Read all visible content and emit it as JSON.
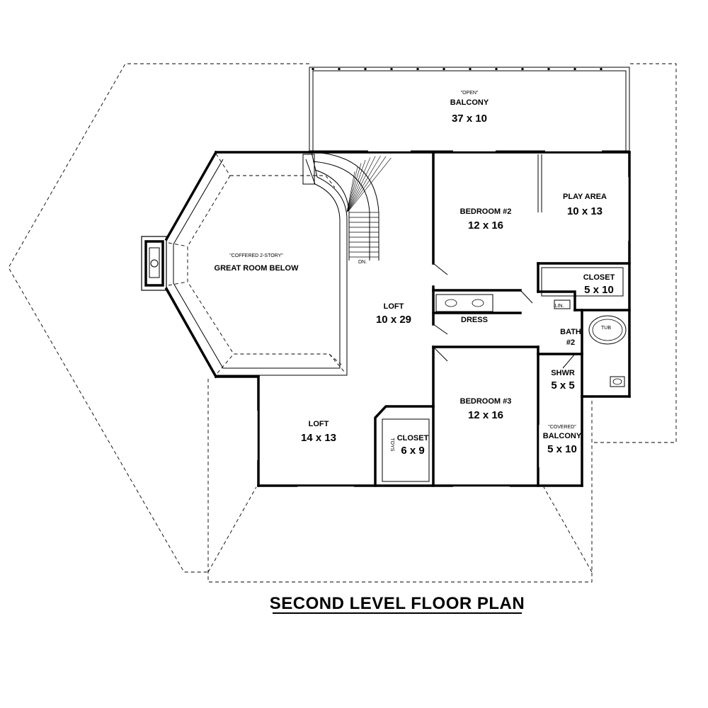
{
  "title": "SECOND LEVEL FLOOR PLAN",
  "rooms": {
    "open_balcony": {
      "note": "\"OPEN\"",
      "name": "BALCONY",
      "dim": "37 x 10"
    },
    "great_room": {
      "note": "\"COFFERED 2-STORY\"",
      "name": "GREAT ROOM BELOW"
    },
    "stair": {
      "label": "DN."
    },
    "loft_main": {
      "name": "LOFT",
      "dim": "10 x 29"
    },
    "bedroom2": {
      "name": "BEDROOM #2",
      "dim": "12 x 16"
    },
    "play_area": {
      "name": "PLAY AREA",
      "dim": "10 x 13"
    },
    "closet_upper": {
      "name": "CLOSET",
      "dim": "5 x 10"
    },
    "dress": {
      "name": "DRESS"
    },
    "linen": {
      "name": "LIN."
    },
    "bath2": {
      "name": "BATH",
      "num": "#2",
      "tub": "TUB"
    },
    "shower": {
      "name": "SHWR",
      "dim": "5 x 5"
    },
    "bedroom3": {
      "name": "BEDROOM #3",
      "dim": "12 x 16"
    },
    "covered_balcony": {
      "note": "\"COVERED\"",
      "name": "BALCONY",
      "dim": "5 x 10"
    },
    "loft_lower": {
      "name": "LOFT",
      "dim": "14 x 13"
    },
    "closet_lower": {
      "name": "CLOSET",
      "dim": "6 x 9",
      "toys": "TOYS"
    }
  }
}
